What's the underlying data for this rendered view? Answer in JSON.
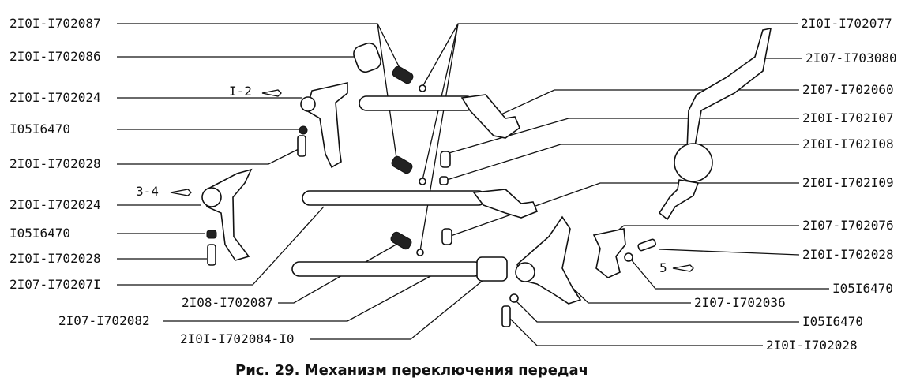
{
  "caption": "Рис. 29. Механизм переключения передач",
  "gear_marks": {
    "g12": "I-2",
    "g34": "3-4",
    "g5": "5"
  },
  "labels": {
    "l_1702087": "2I0I-I702087",
    "l_1702086": "2I0I-I702086",
    "l_1702024_a": "2I0I-I702024",
    "l_16470_a": "I05I6470",
    "l_1702028_a": "2I0I-I702028",
    "l_1702024_b": "2I0I-I702024",
    "l_16470_b": "I05I6470",
    "l_1702028_b": "2I0I-I702028",
    "l_170207I": "2I07-I70207I",
    "l_2108_1702087": "2I08-I702087",
    "l_1702082": "2I07-I702082",
    "l_1702084": "2I0I-I702084-I0",
    "r_1702077": "2I0I-I702077",
    "r_1703080": "2I07-I703080",
    "r_1702060": "2I07-I702060",
    "r_1702I07": "2I0I-I702I07",
    "r_1702I08": "2I0I-I702I08",
    "r_1702I09": "2I0I-I702I09",
    "r_1702076": "2I07-I702076",
    "r_1702028": "2I0I-I702028",
    "r_16470": "I05I6470",
    "r_1702036": "2I07-I702036",
    "r_16470_b": "I05I6470",
    "r_1702028_b": "2I0I-I702028"
  }
}
